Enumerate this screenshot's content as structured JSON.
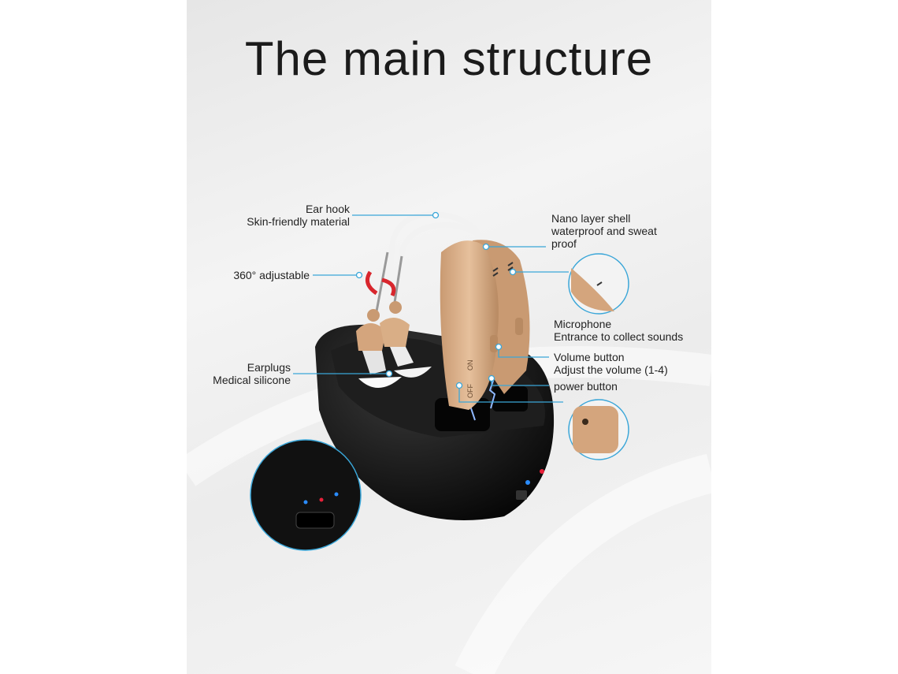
{
  "title": "The main structure",
  "callouts": {
    "ear_hook": {
      "line1": "Ear hook",
      "line2": "Skin-friendly material"
    },
    "adjustable": {
      "line1": "360° adjustable"
    },
    "earplugs": {
      "line1": "Earplugs",
      "line2": "Medical silicone"
    },
    "nano_shell": {
      "line1": "Nano layer shell",
      "line2": "waterproof and sweat",
      "line3": "proof"
    },
    "microphone": {
      "line1": "Microphone",
      "line2": "Entrance to collect sounds"
    },
    "volume": {
      "line1": "Volume button",
      "line2": "Adjust the volume (1-4)"
    },
    "power": {
      "line1": "power button"
    }
  },
  "device_marks": {
    "on": "ON",
    "off": "OFF"
  },
  "colors": {
    "accent": "#3aa6d8",
    "shell": "#d9ae86",
    "case": "#111111",
    "led_red": "#e8213a",
    "led_blue": "#2a8cff"
  }
}
